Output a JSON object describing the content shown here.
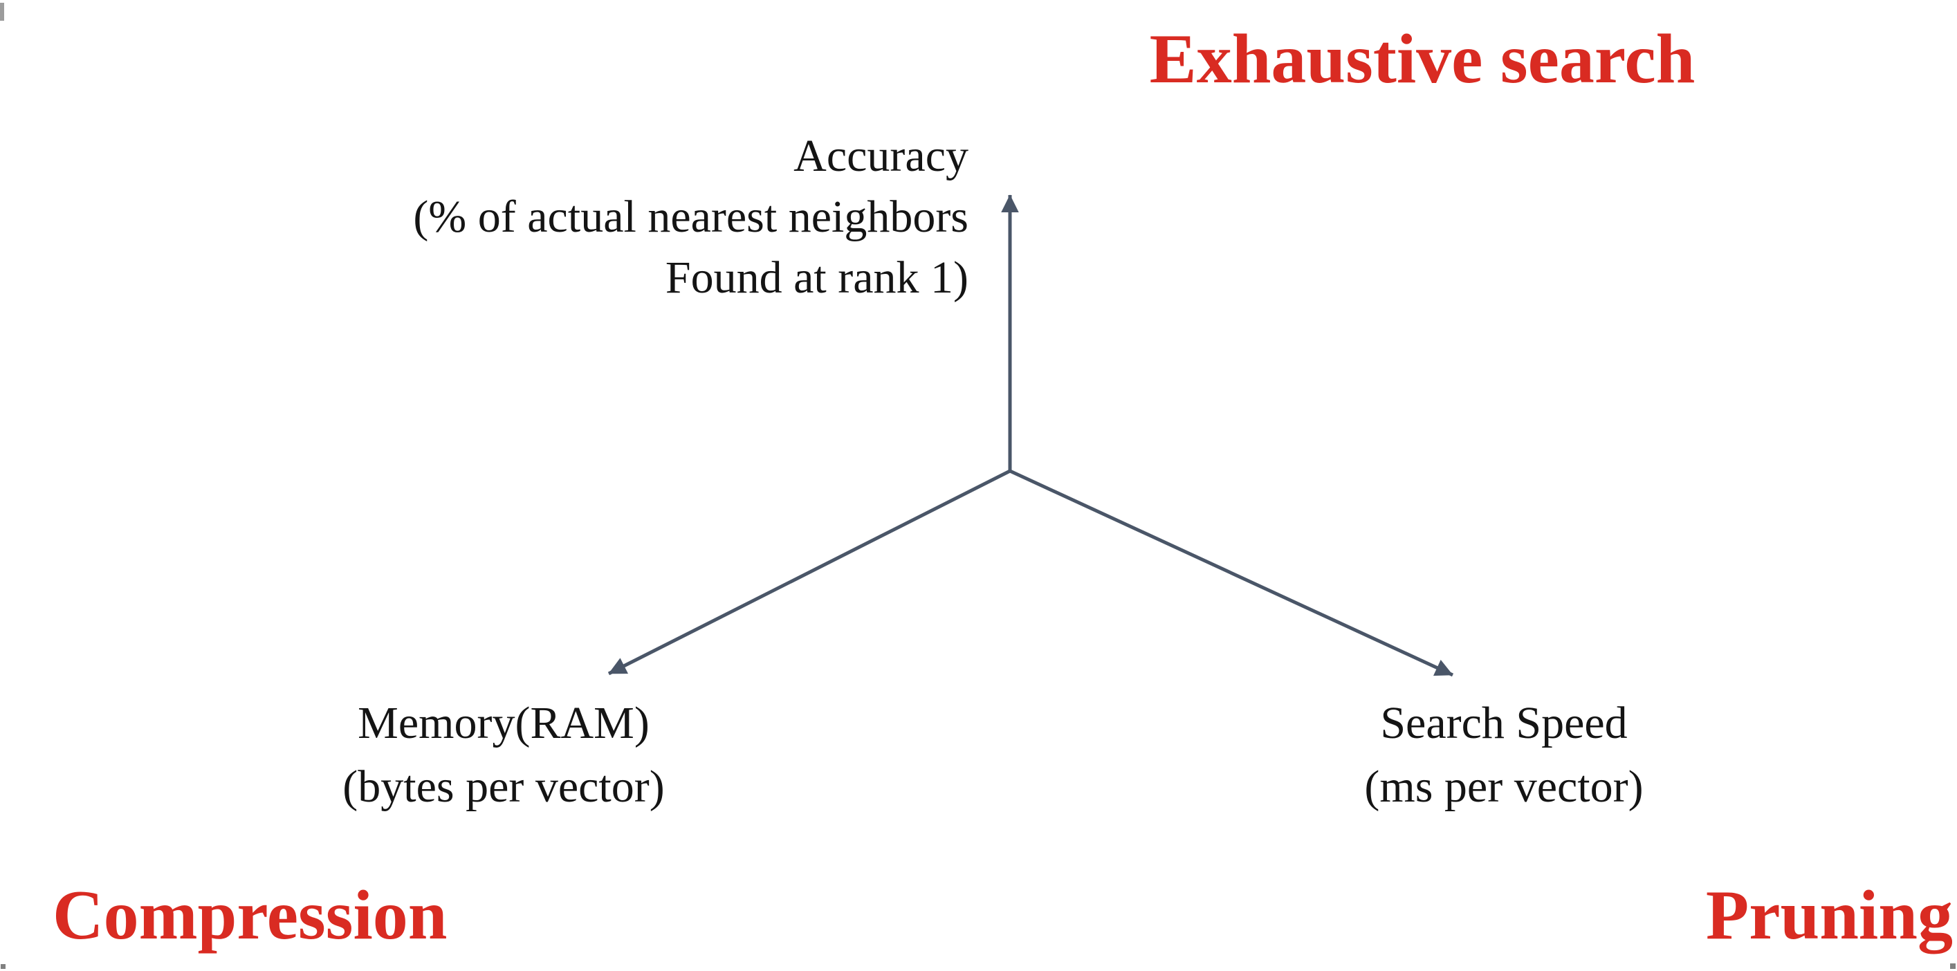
{
  "diagram": {
    "description": "Three-way tradeoff diagram for nearest-neighbor vector search",
    "corner_labels": {
      "top": "Exhaustive search",
      "bottom_left": "Compression",
      "bottom_right": "Pruning"
    },
    "axes": {
      "accuracy": {
        "direction": "up",
        "lines": [
          "Accuracy",
          "(% of actual nearest neighbors",
          "Found at rank 1)"
        ]
      },
      "memory": {
        "direction": "down-left",
        "lines": [
          "Memory(RAM)",
          "(bytes per vector)"
        ]
      },
      "speed": {
        "direction": "down-right",
        "lines": [
          "Search Speed",
          "(ms per vector)"
        ]
      }
    },
    "colors": {
      "corner_label_red": "#d92b22",
      "arrow_slate": "#4a5668",
      "axis_text_black": "#141414",
      "background": "#ffffff"
    }
  }
}
